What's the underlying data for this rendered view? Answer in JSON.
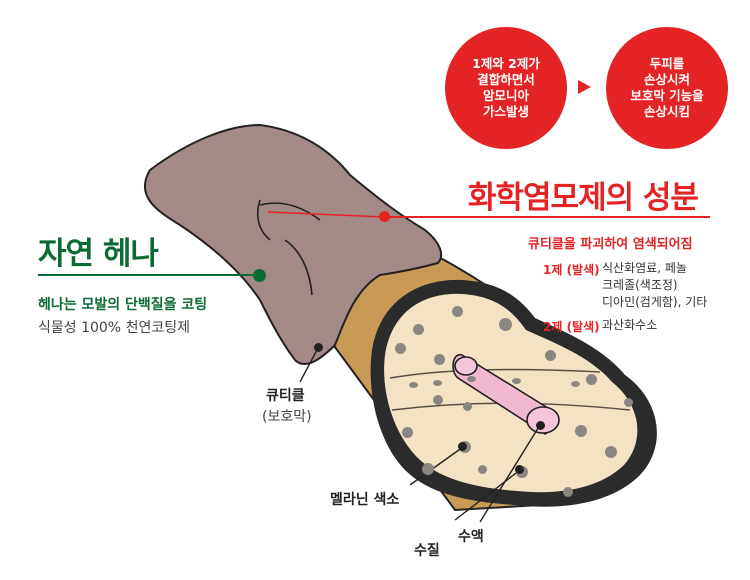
{
  "process": {
    "step1": "1제와 2제가\n결합하면서\n암모니아\n가스발생",
    "step2": "두피를\n손상시켜\n보호막 기능을\n손상시킴"
  },
  "chemical": {
    "title": "화학염모제의 성분",
    "subtitle": "큐티클을 파괴하여 염색되어짐",
    "items": [
      {
        "label": "1제 (발색)",
        "text": "식산화염료, 페놀\n크레졸(색조정)\n디아민(검게함), 기타"
      },
      {
        "label": "2제 (탈색)",
        "text": "과산화수소"
      }
    ]
  },
  "natural": {
    "title": "자연 헤나",
    "subtitle": "헤나는 모발의 단백질을 코팅",
    "note": "식물성 100% 천연코팅제"
  },
  "labels": {
    "cuticle": "큐티클",
    "cuticle_sub": "(보호막)",
    "melanin": "멜라닌 색소",
    "cortex": "수질",
    "medulla": "수액"
  },
  "colors": {
    "red": "#e42325",
    "green": "#0c6b35",
    "coating": "#a48a86",
    "cuticle": "#c99a55",
    "cortex": "#f3e3c4",
    "spots": "#8a8783",
    "medulla": "#f2b8d0"
  }
}
